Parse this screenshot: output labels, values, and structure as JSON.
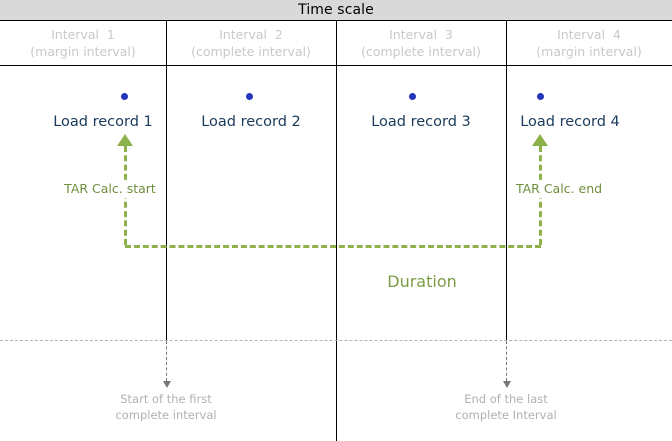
{
  "header": {
    "title": "Time scale"
  },
  "intervals": [
    {
      "name": "Interval  1",
      "type": "(margin interval)"
    },
    {
      "name": "Interval  2",
      "type": "(complete interval)"
    },
    {
      "name": "Interval  3",
      "type": "(complete interval)"
    },
    {
      "name": "Interval  4",
      "type": "(margin interval)"
    }
  ],
  "records": [
    {
      "label": "Load record 1"
    },
    {
      "label": "Load record 2"
    },
    {
      "label": "Load record 3"
    },
    {
      "label": "Load record 4"
    }
  ],
  "annotations": {
    "tar_start": "TAR Calc. start",
    "tar_end": "TAR Calc. end",
    "duration": "Duration"
  },
  "bottom_notes": [
    {
      "line1": "Start of the first",
      "line2": "complete interval"
    },
    {
      "line1": "End of the last",
      "line2": "complete Interval"
    }
  ],
  "colors": {
    "titlebar_bg": "#d9d9d9",
    "record_dot": "#2335bb",
    "record_text": "#1b3a5c",
    "tar_green": "#8db14b",
    "tar_label_green": "#6f8f3e",
    "duration_green": "#7d9c46",
    "interval_header_text": "#c9c9c9",
    "bottom_note_text": "#b0b0b0",
    "rule_black": "#000000"
  }
}
